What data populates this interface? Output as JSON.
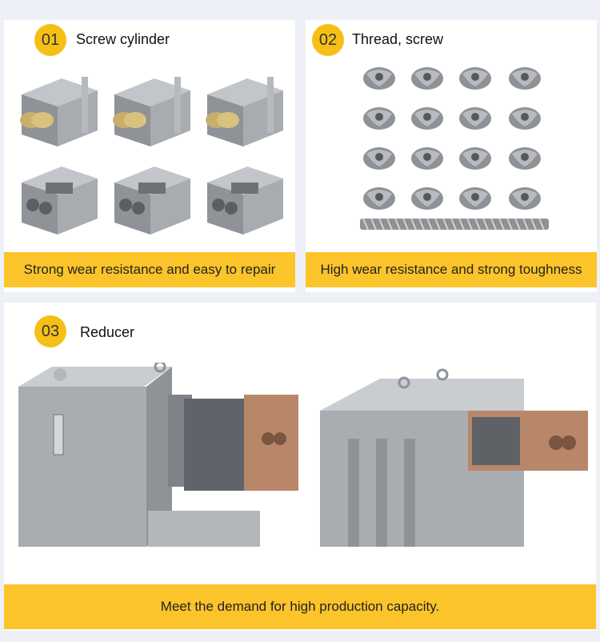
{
  "sections": [
    {
      "number": "01",
      "title": "Screw cylinder",
      "caption": "Strong wear resistance and easy to repair"
    },
    {
      "number": "02",
      "title": "Thread, screw",
      "caption": "High wear resistance and strong toughness"
    },
    {
      "number": "03",
      "title": "Reducer",
      "caption": "Meet the demand for high production capacity."
    }
  ],
  "colors": {
    "accent": "#fbc42a",
    "badge": "#f5bf16",
    "panel": "#ffffff",
    "background": "#eef0f7",
    "metal": "#9a9ea3",
    "brass": "#c9b06a",
    "copper": "#b8876a"
  }
}
